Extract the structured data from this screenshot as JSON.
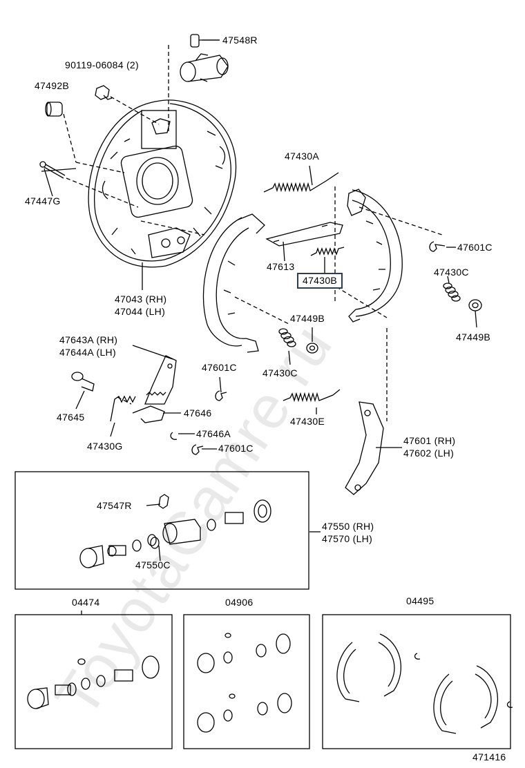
{
  "watermark": "ToyotaCamre.ru",
  "labels": {
    "p47548R": "47548R",
    "p90119": "90119-06084 (2)",
    "p47492B": "47492B",
    "p47447G": "47447G",
    "p47043": "47043 (RH)",
    "p47044": "47044 (LH)",
    "p47430A": "47430A",
    "p47613": "47613",
    "p47430B": "47430B",
    "p47601C_a": "47601C",
    "p47430C_a": "47430C",
    "p47449B_a": "47449B",
    "p47449B_b": "47449B",
    "p47430C_b": "47430C",
    "p47643A": "47643A (RH)",
    "p47644A": "47644A (LH)",
    "p47601C_b": "47601C",
    "p47645": "47645",
    "p47646": "47646",
    "p47430G": "47430G",
    "p47646A": "47646A",
    "p47601C_c": "47601C",
    "p47430E": "47430E",
    "p47601": "47601 (RH)",
    "p47602": "47602 (LH)",
    "p47547R": "47547R",
    "p47550": "47550 (RH)",
    "p47570": "47570 (LH)",
    "p47550C": "47550C",
    "p04474": "04474",
    "p04906": "04906",
    "p04495": "04495",
    "p471416": "471416"
  },
  "colors": {
    "line": "#000000",
    "highlight_border": "#2b3d4f",
    "watermark": "#e9e9e9"
  }
}
